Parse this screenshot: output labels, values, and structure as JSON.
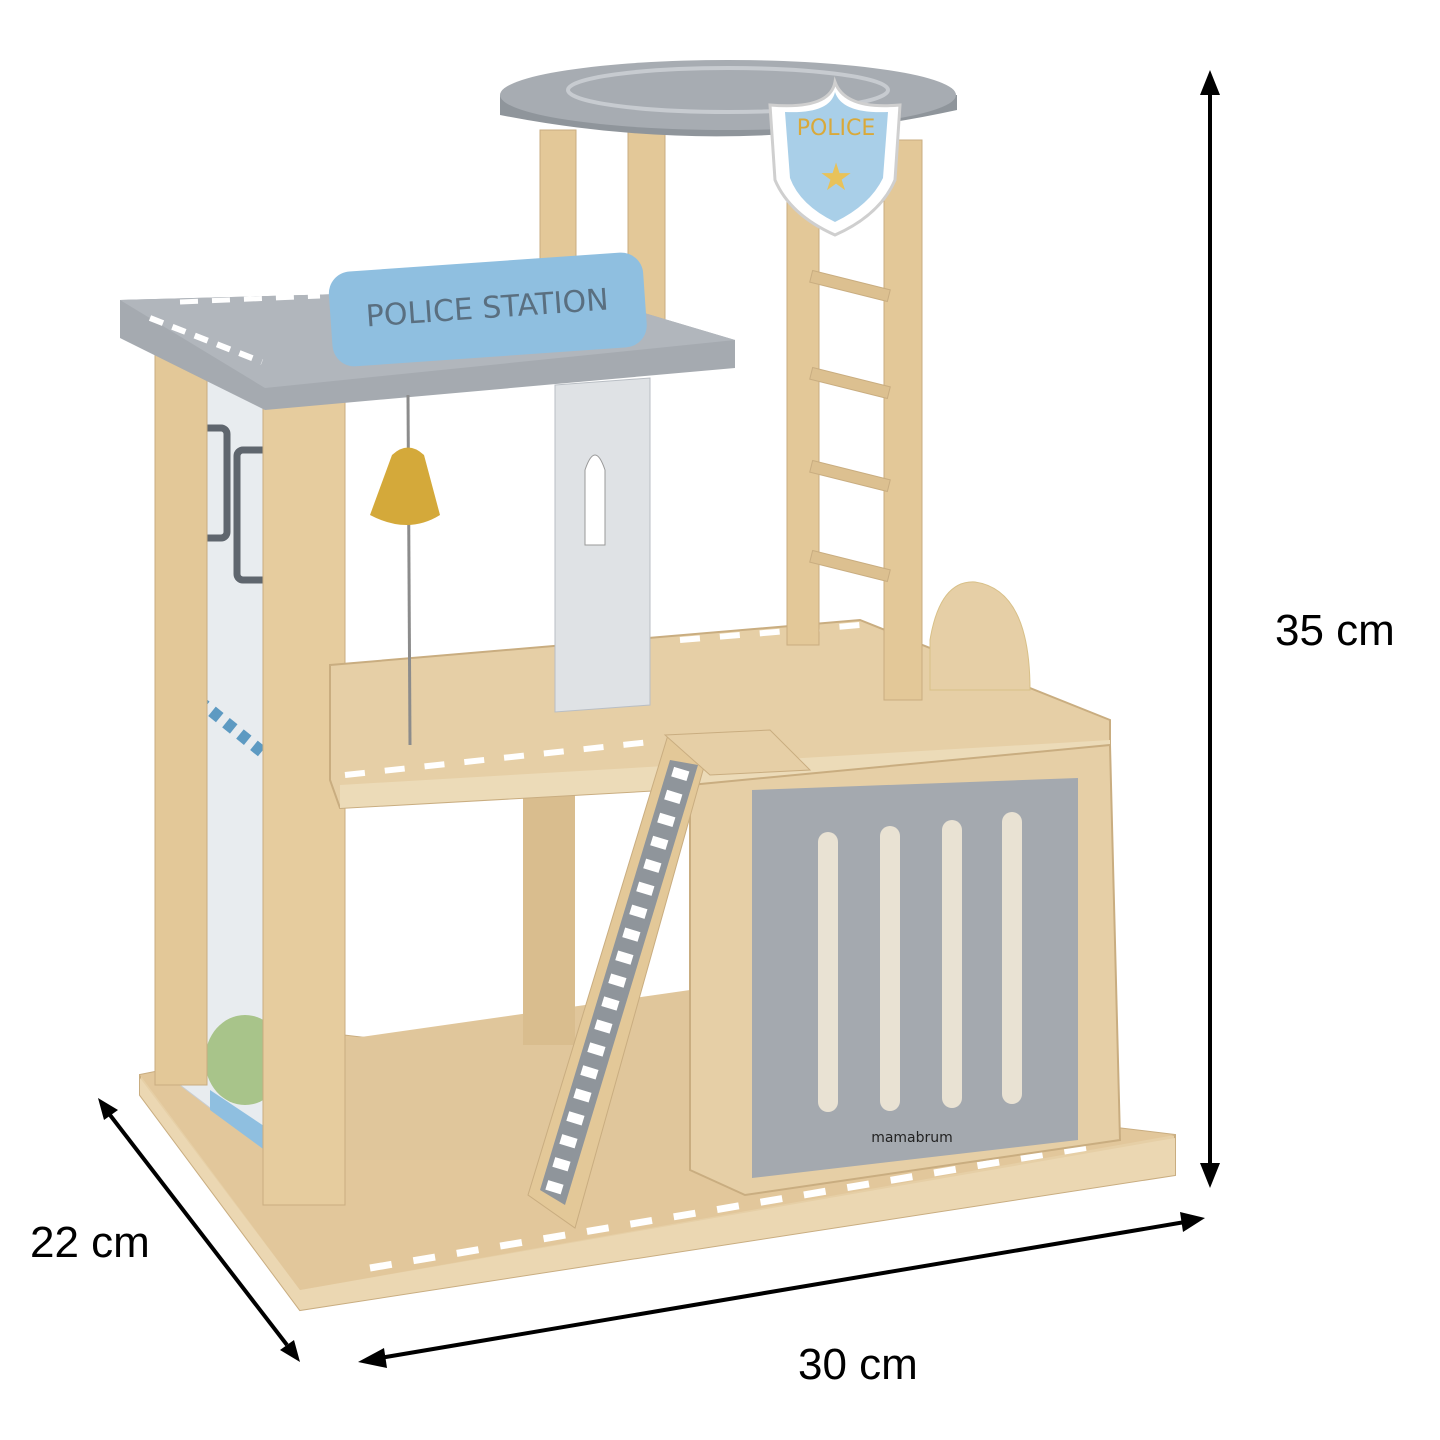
{
  "product": {
    "sign_text": "POLICE STATION",
    "badge_text": "POLICE",
    "brand_text": "mamabrum"
  },
  "dimensions": {
    "height": "35 cm",
    "depth": "22 cm",
    "width": "30 cm"
  },
  "colors": {
    "wood": "#e2c9a0",
    "gray": "#a3a8ae",
    "blue": "#8fbfe0",
    "bell": "#d4a93a"
  }
}
